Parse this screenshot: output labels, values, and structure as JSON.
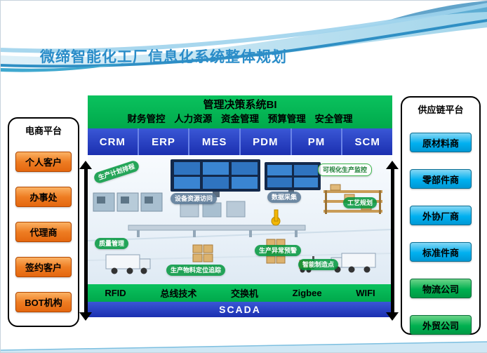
{
  "slide": {
    "title": "微缔智能化工厂信息化系统整体规划"
  },
  "left_panel": {
    "label": "电商平台",
    "items": [
      "个人客户",
      "办事处",
      "代理商",
      "签约客户",
      "BOT机构"
    ]
  },
  "right_panel": {
    "label": "供应链平台",
    "items": [
      "原材料商",
      "零部件商",
      "外协厂商",
      "标准件商",
      "物流公司",
      "外贸公司"
    ]
  },
  "bi_bar": {
    "title": "管理决策系统BI",
    "modules": "财务管控 人力资源 资金管理 预算管理 安全管理"
  },
  "systems": [
    "CRM",
    "ERP",
    "MES",
    "PDM",
    "PM",
    "SCM"
  ],
  "factory_callouts": [
    "生产计划排程",
    "设备资源访问",
    "数据采集",
    "可视化生产监控",
    "工艺规划",
    "质量管理",
    "生产异常预警",
    "生产物料定位追踪",
    "智能制造点"
  ],
  "network_bar": [
    "RFID",
    "总线技术",
    "交换机",
    "Zigbee",
    "WIFI"
  ],
  "scada_label": "SCADA",
  "colors": {
    "title_blue": "#2b8dc9",
    "bar_green": "#00b050",
    "bar_blue": "#1b2fb0",
    "box_orange": "#ed7d31",
    "box_cyan": "#00b0f0",
    "box_green": "#00b050"
  }
}
